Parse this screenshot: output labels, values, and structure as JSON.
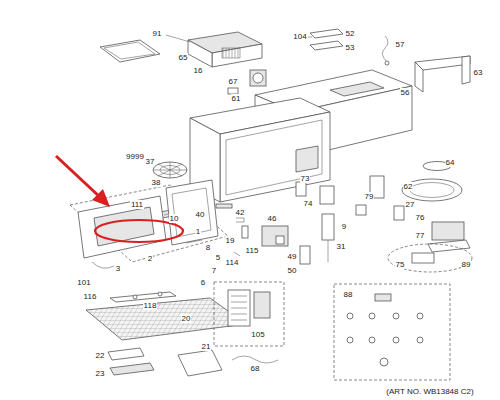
{
  "diagram": {
    "labels": [
      "91",
      "65",
      "16",
      "104",
      "52",
      "53",
      "57",
      "63",
      "67",
      "61",
      "56",
      "9999",
      "37",
      "38",
      "64",
      "111",
      "40",
      "42",
      "73",
      "74",
      "79",
      "62",
      "27",
      "10",
      "1",
      "19",
      "46",
      "8",
      "76",
      "77",
      "115",
      "9",
      "114",
      "49",
      "50",
      "31",
      "75",
      "89",
      "5",
      "7",
      "6",
      "2",
      "3",
      "101",
      "116",
      "118",
      "20",
      "105",
      "22",
      "21",
      "23",
      "68",
      "88",
      "(ART NO. WB13848 C2)"
    ]
  }
}
